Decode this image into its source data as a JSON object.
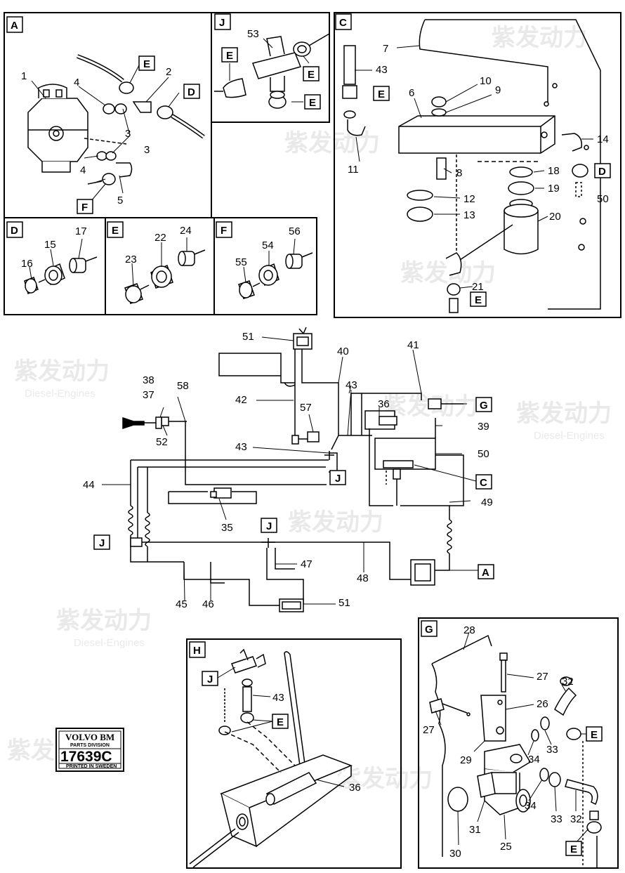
{
  "panels": {
    "A": "A",
    "J": "J",
    "C": "C",
    "D": "D",
    "E": "E",
    "F": "F",
    "H": "H",
    "G": "G"
  },
  "refs": {
    "E": "E",
    "D": "D",
    "F": "F",
    "J": "J",
    "G": "G",
    "C": "C",
    "A": "A"
  },
  "parts": {
    "p1": "1",
    "p2": "2",
    "p3": "3",
    "p4": "4",
    "p5": "5",
    "p6": "6",
    "p7": "7",
    "p8": "8",
    "p9": "9",
    "p10": "10",
    "p11": "11",
    "p12": "12",
    "p13": "13",
    "p14": "14",
    "p15": "15",
    "p16": "16",
    "p17": "17",
    "p18": "18",
    "p19": "19",
    "p20": "20",
    "p21": "21",
    "p22": "22",
    "p23": "23",
    "p24": "24",
    "p25": "25",
    "p26": "26",
    "p27": "27",
    "p28": "28",
    "p29": "29",
    "p30": "30",
    "p31": "31",
    "p32": "32",
    "p33": "33",
    "p34": "34",
    "p35": "35",
    "p36": "36",
    "p37": "37",
    "p38": "38",
    "p39": "39",
    "p40": "40",
    "p41": "41",
    "p42": "42",
    "p43": "43",
    "p44": "44",
    "p45": "45",
    "p46": "46",
    "p47": "47",
    "p48": "48",
    "p49": "49",
    "p50": "50",
    "p51": "51",
    "p52": "52",
    "p53": "53",
    "p54": "54",
    "p55": "55",
    "p56": "56",
    "p57": "57",
    "p58": "58"
  },
  "stamp": {
    "brand": "VOLVO BM",
    "division": "PARTS DIVISION",
    "number": "17639C",
    "printed": "PRINTED IN SWEDEN"
  },
  "watermark": {
    "cn": "紫发动力",
    "en": "Diesel-Engines"
  }
}
